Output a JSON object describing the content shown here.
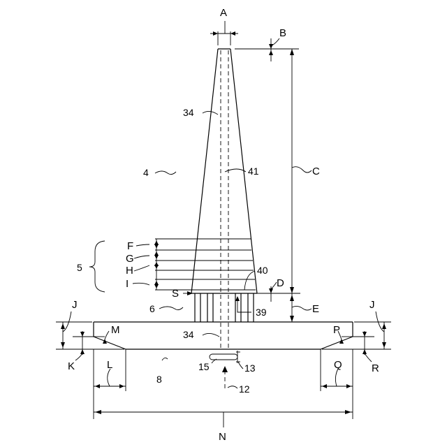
{
  "labels": {
    "A": "A",
    "B": "B",
    "C": "C",
    "D": "D",
    "E": "E",
    "F": "F",
    "G": "G",
    "H": "H",
    "I": "I",
    "J": "J",
    "K": "K",
    "L": "L",
    "M": "M",
    "N": "N",
    "P": "P",
    "Q": "Q",
    "R": "R",
    "S": "S"
  },
  "refs": {
    "r4": "4",
    "r5": "5",
    "r6": "6",
    "r8": "8",
    "r12": "12",
    "r13": "13",
    "r15": "15",
    "r34": "34",
    "r39": "39",
    "r40": "40",
    "r41": "41"
  }
}
